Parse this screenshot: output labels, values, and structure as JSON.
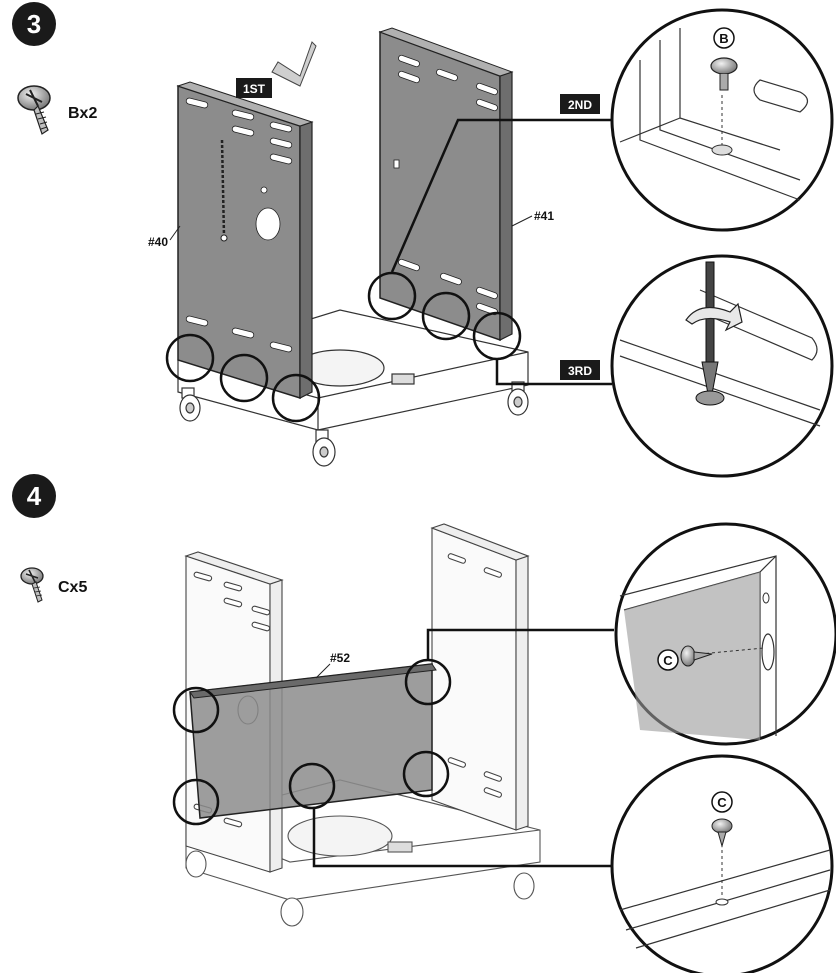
{
  "step3": {
    "number": "3",
    "hardware_qty": "Bx2",
    "callouts": [
      "1ST",
      "2ND",
      "3RD"
    ],
    "part_left": "#40",
    "part_right": "#41",
    "detail_letter": "B"
  },
  "step4": {
    "number": "4",
    "hardware_qty": "Cx5",
    "part_back": "#52",
    "detail_letter_top": "C",
    "detail_letter_bottom": "C"
  },
  "colors": {
    "panel_fill": "#8c8c8c",
    "line": "#222222",
    "badge_fill": "#1a1a1a",
    "badge_text": "#ffffff"
  }
}
